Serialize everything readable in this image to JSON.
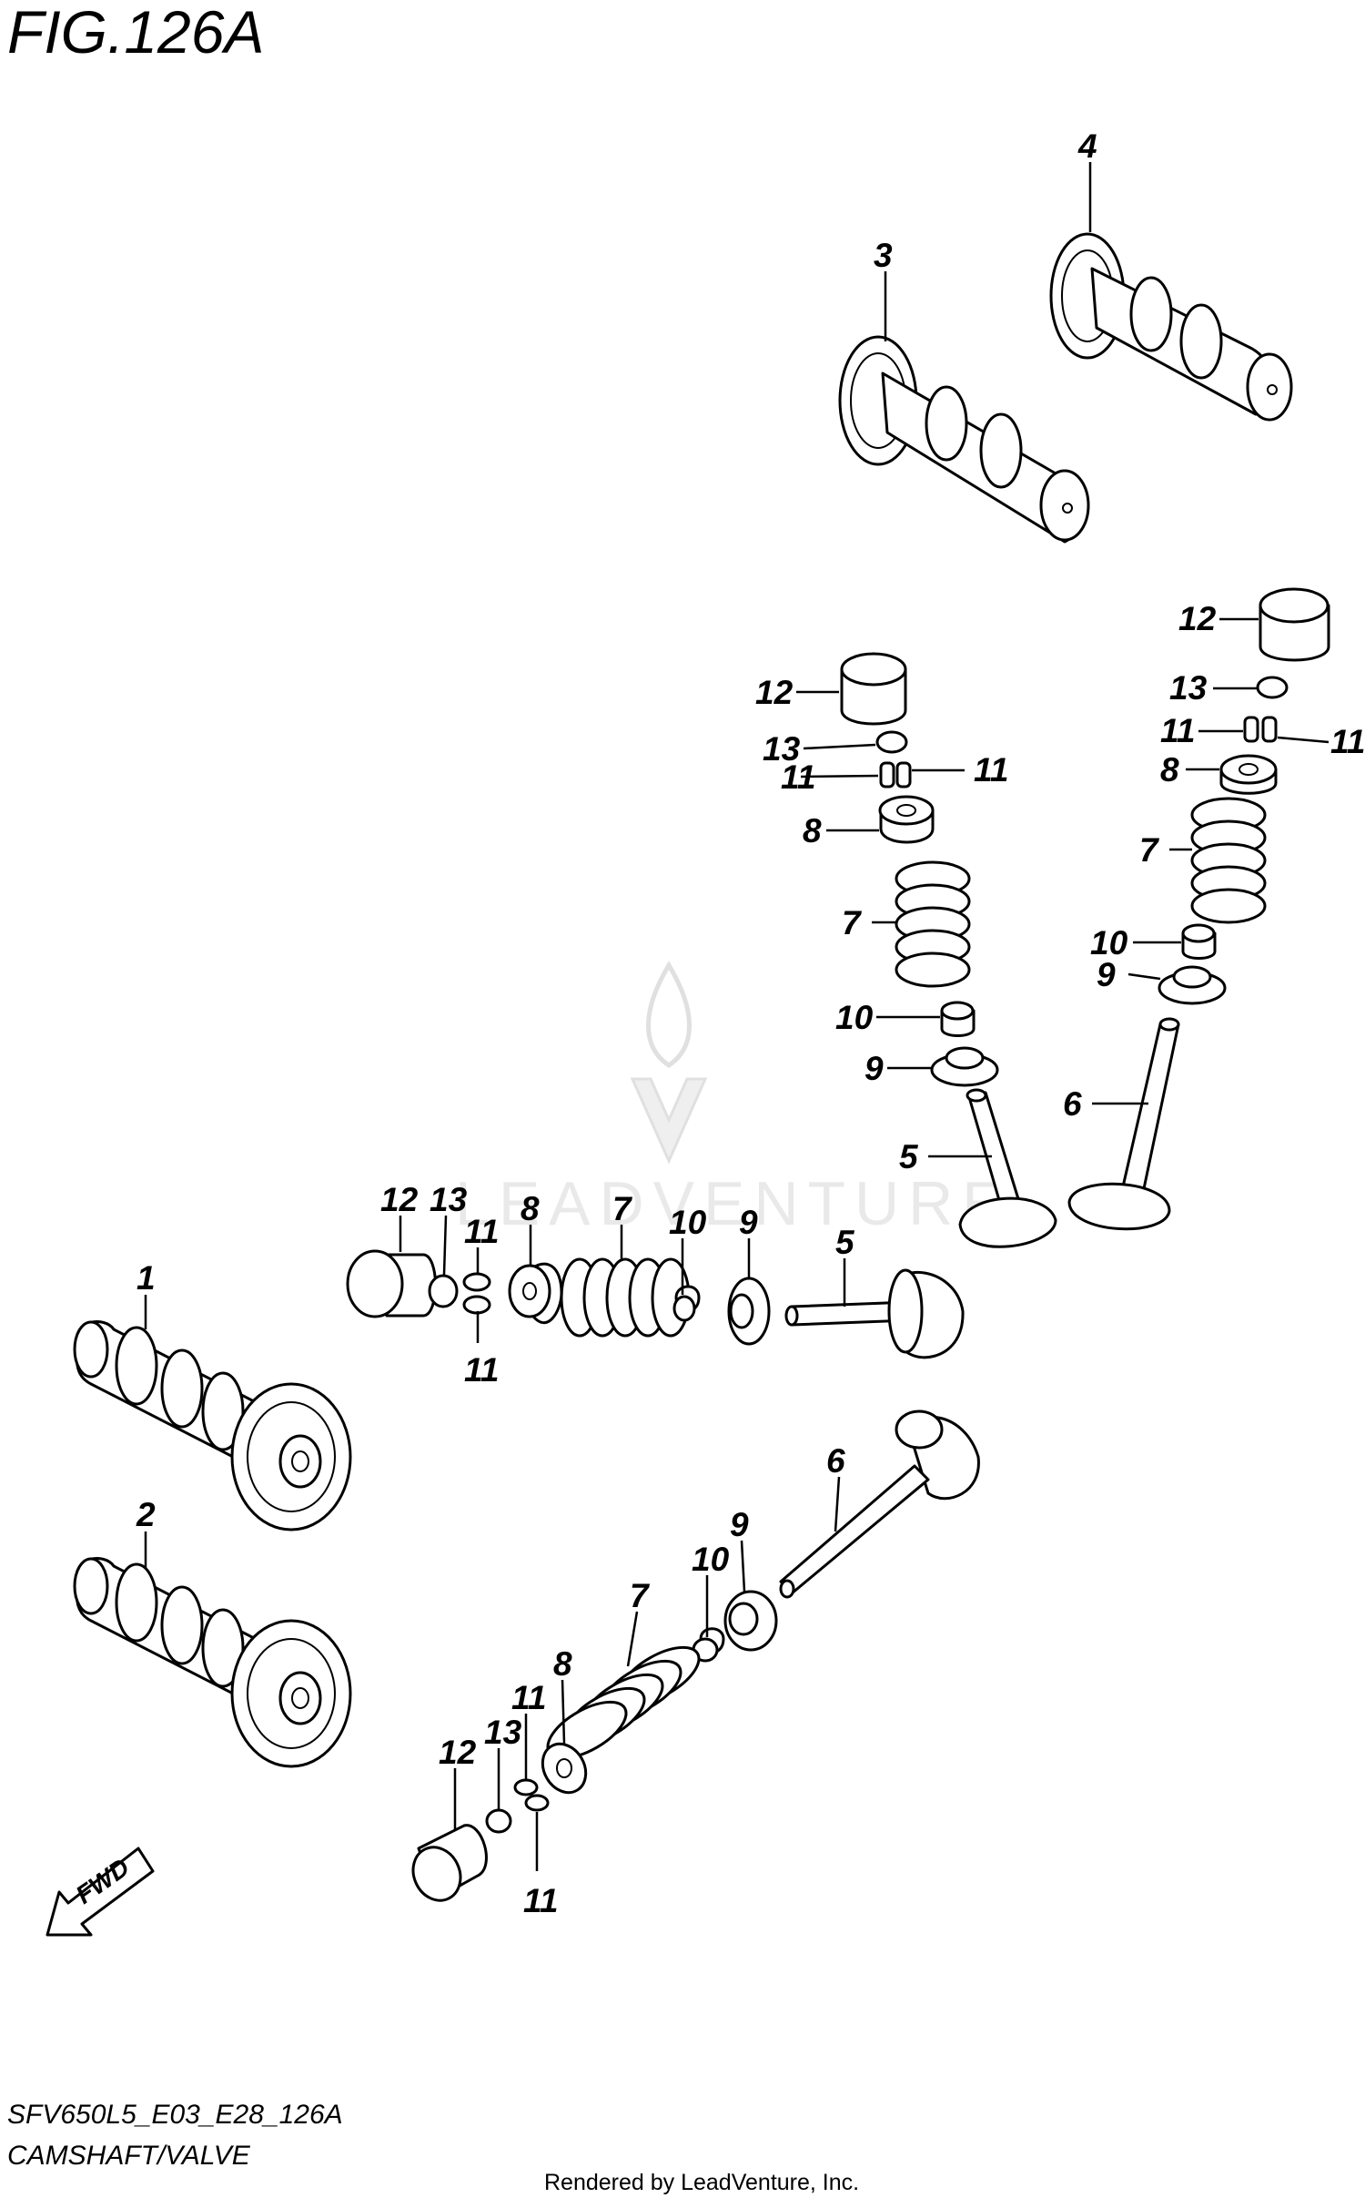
{
  "figure": {
    "title": "FIG.126A"
  },
  "model_code": "SFV650L5_E03_E28_126A",
  "caption": "CAMSHAFT/VALVE",
  "footer": "Rendered by LeadVenture, Inc.",
  "watermark": "LEADVENTURE",
  "fwd_label": "FWD",
  "callouts": {
    "c4_top": "4",
    "c3_top": "3",
    "c12_a": "12",
    "c13_a": "13",
    "c11_a1": "11",
    "c11_a2": "11",
    "c8_a": "8",
    "c7_a": "7",
    "c10_a": "10",
    "c9_a": "9",
    "c5_a": "5",
    "c12_b": "12",
    "c13_b": "13",
    "c11_b1": "11",
    "c11_b2": "11",
    "c8_b": "8",
    "c7_b": "7",
    "c10_b": "10",
    "c9_b": "9",
    "c6_b": "6",
    "c12_c": "12",
    "c13_c": "13",
    "c11_c1": "11",
    "c8_c": "8",
    "c7_c": "7",
    "c10_c": "10",
    "c9_c": "9",
    "c5_c": "5",
    "c11_c2": "11",
    "c1": "1",
    "c2": "2",
    "c6_d": "6",
    "c9_d": "9",
    "c10_d": "10",
    "c7_d": "7",
    "c8_d": "8",
    "c11_d1": "11",
    "c13_d": "13",
    "c12_d": "12",
    "c11_d2": "11"
  }
}
